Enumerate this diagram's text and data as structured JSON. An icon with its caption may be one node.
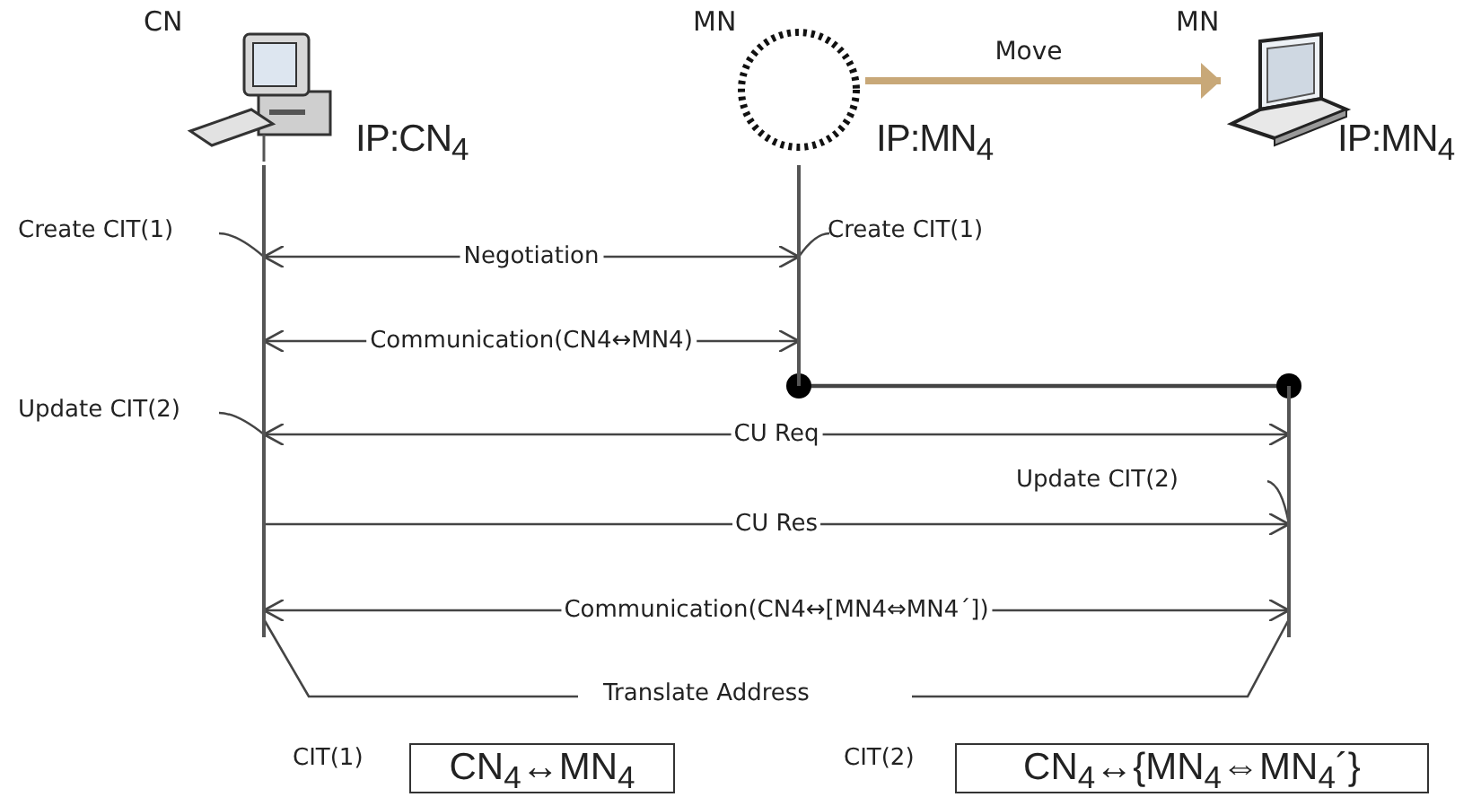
{
  "diagram": {
    "nodes": [
      {
        "text": [],
        "shape": "picture",
        "beside": [
          "CN",
          "IP:CN$_{4}$"
        ]
      },
      {
        "text": [],
        "shape": "circle",
        "beside": [
          "MN",
          "IP:MN$_{4}$"
        ]
      },
      {
        "text": [],
        "shape": "picture",
        "beside": [
          "MN",
          "IP:MN$_{4}$"
        ]
      },
      {
        "text": [
          "CN$_{4}$↔MN$_{4}$"
        ],
        "beside": [
          "CIT(1)"
        ]
      },
      {
        "text": [
          "CN$_{4}$↔{MN$_{4}$⇔MN$_{4}$´}"
        ],
        "beside": [
          "CIT(2)"
        ]
      }
    ],
    "edges": [
      {
        "from": 1,
        "to": 2,
        "arrow": "to",
        "label": "Move",
        "style": "thick",
        "color": "#c8a878"
      },
      {
        "from": 0,
        "to": 1,
        "arrow": "both",
        "label": "Negotiation"
      },
      {
        "from": 0,
        "to": 1,
        "arrow": "both",
        "label": "Communication(CN4↔MN4)"
      },
      {
        "from": 1,
        "to": 2,
        "arrow": "other"
      },
      {
        "from": 0,
        "to": 2,
        "arrow": "both",
        "label": "CU Req"
      },
      {
        "from": 0,
        "to": 2,
        "arrow": "to",
        "label": "CU Res"
      },
      {
        "from": 0,
        "to": 2,
        "arrow": "both",
        "label": "Communication(CN4↔[MN4⇔MN4´])"
      }
    ],
    "labels": [
      "Create CIT(1)",
      "Create CIT(1)",
      "Update CIT(2)",
      "Update CIT(2)",
      "Translate Address"
    ]
  }
}
